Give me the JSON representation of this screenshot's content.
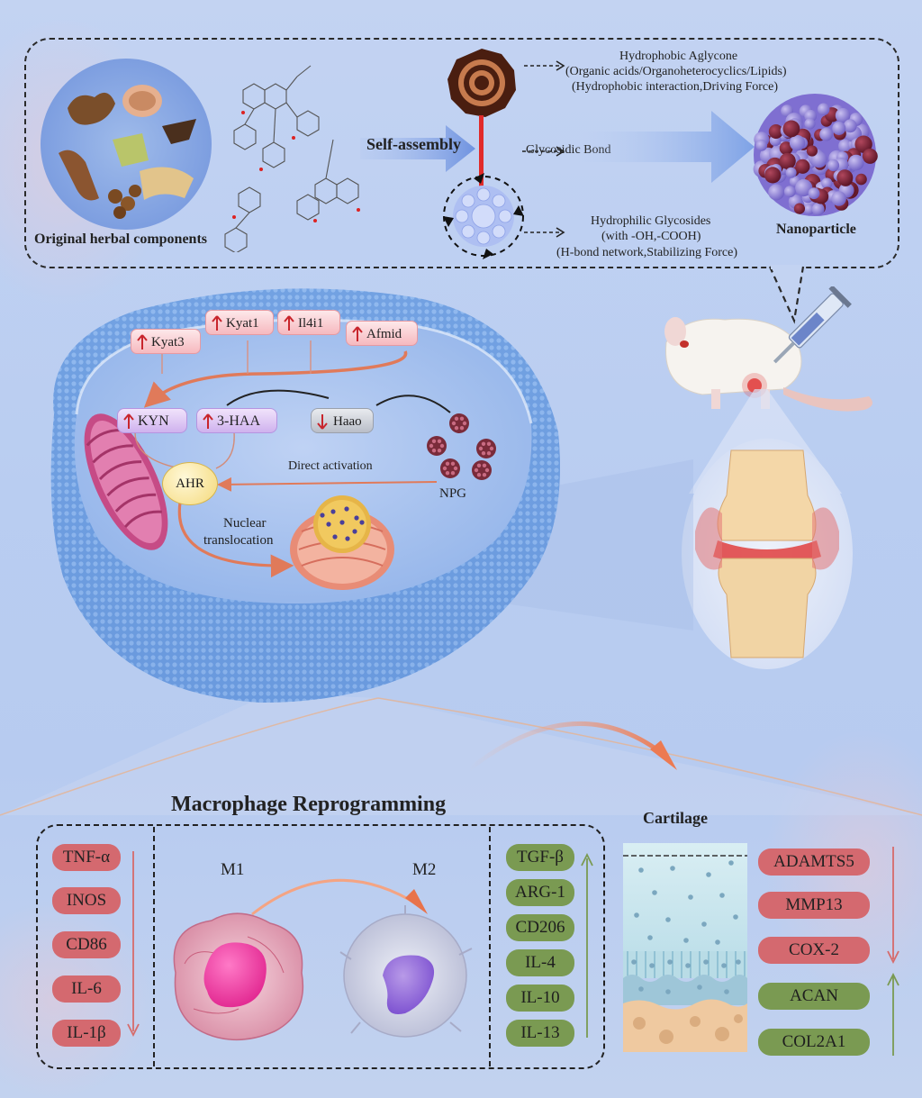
{
  "top_panel": {
    "herbal_label": "Original herbal components",
    "self_assembly_label": "Self-assembly",
    "aglycone": {
      "line1": "Hydrophobic Aglycone",
      "line2": "(Organic acids/Organoheterocyclics/Lipids)",
      "line3": "(Hydrophobic interaction,Driving Force)"
    },
    "glycosidic_bond_label": "Glycosidic Bond",
    "glycosides": {
      "line1": "Hydrophilic Glycosides",
      "line2": "(with -OH,-COOH)",
      "line3": "(H-bond network,Stabilizing Force)"
    },
    "nanoparticle_label": "Nanoparticle"
  },
  "cell": {
    "genes_up": [
      "Kyat3",
      "Kyat1",
      "Il4i1",
      "Afmid"
    ],
    "metabolites_up": [
      "KYN",
      "3-HAA"
    ],
    "gene_down": "Haao",
    "ahr_label": "AHR",
    "direct_activation_label": "Direct activation",
    "npg_label": "NPG",
    "nuclear_translocation": {
      "line1": "Nuclear",
      "line2": "translocation"
    }
  },
  "macrophage": {
    "title": "Macrophage Reprogramming",
    "m1_label": "M1",
    "m2_label": "M2",
    "m1_markers_down": [
      "TNF-α",
      "INOS",
      "CD86",
      "IL-6",
      "IL-1β"
    ],
    "m2_markers_up": [
      "TGF-β",
      "ARG-1",
      "CD206",
      "IL-4",
      "IL-10",
      "IL-13"
    ]
  },
  "cartilage": {
    "title": "Cartilage",
    "down_markers": [
      "ADAMTS5",
      "MMP13",
      "COX-2"
    ],
    "up_markers": [
      "ACAN",
      "COL2A1"
    ]
  },
  "colors": {
    "up_arrow": "#c8252c",
    "down_marker": "#d4696f",
    "up_marker": "#7a9a52",
    "membrane": "#6f9fe0",
    "npg_particle": "#7a2b3a"
  }
}
